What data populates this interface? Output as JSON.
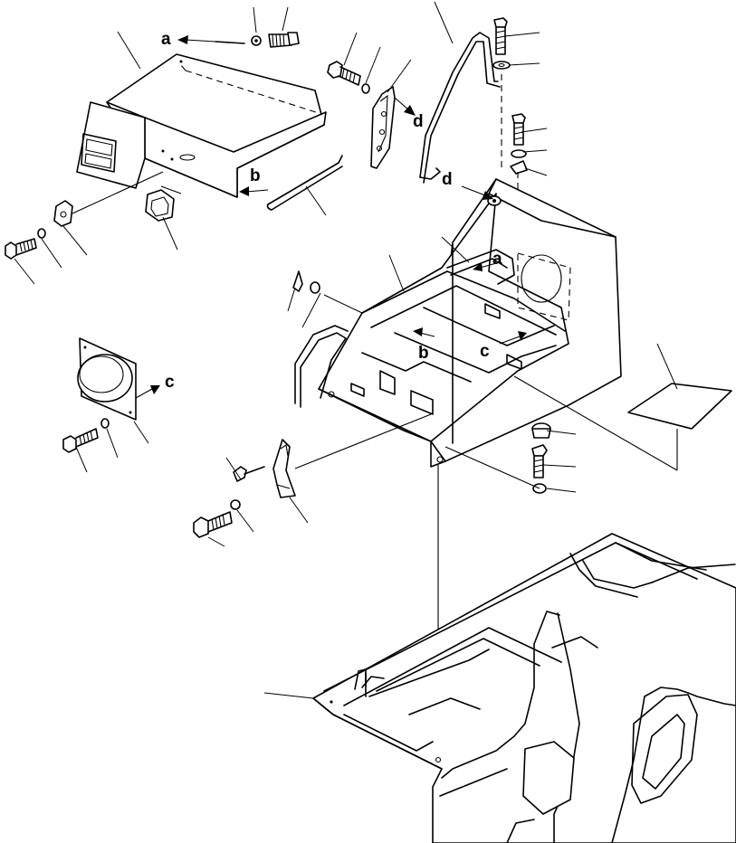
{
  "labels": {
    "a1": "a",
    "a2": "a",
    "b1": "b",
    "b2": "b",
    "c1": "c",
    "c2": "c",
    "d1": "d",
    "d2": "d"
  }
}
